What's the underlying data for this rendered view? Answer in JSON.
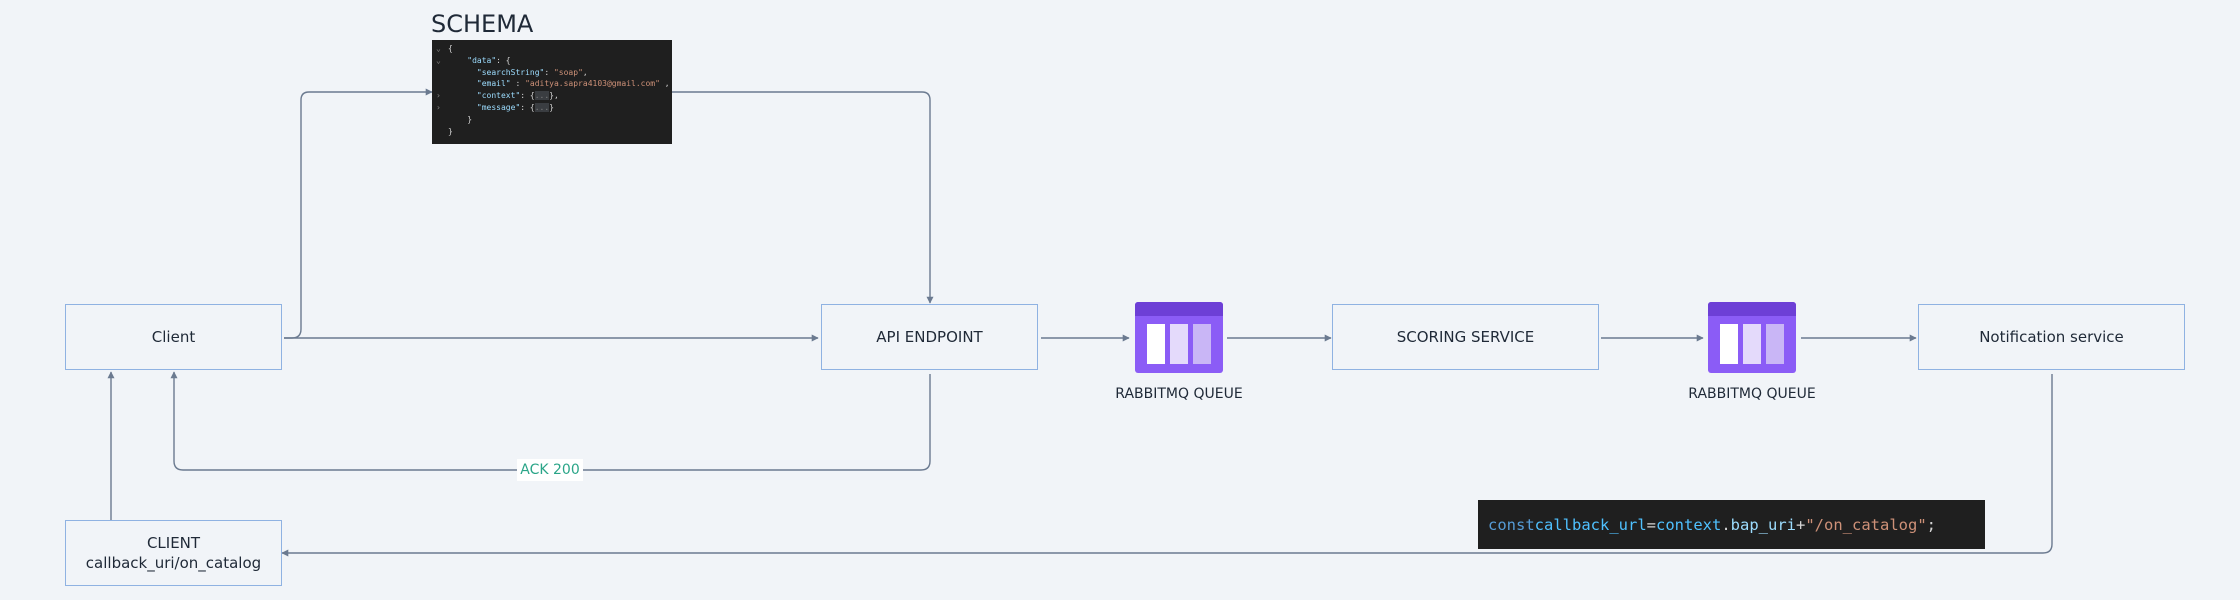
{
  "schema": {
    "title": "SCHEMA",
    "code": {
      "open_brace": "{",
      "data_key": "\"data\"",
      "search_key": "\"searchString\"",
      "search_val": "\"soap\"",
      "email_key": "\"email\"",
      "email_val": "\"aditya.sapra4103@gmail.com\"",
      "context_key": "\"context\"",
      "message_key": "\"message\"",
      "fold": "...",
      "inner_close": "}",
      "close_brace": "}"
    }
  },
  "nodes": {
    "client": "Client",
    "api_endpoint": "API ENDPOINT",
    "scoring_service": "SCORING SERVICE",
    "notification_service": "Notification service",
    "callback_client_title": "CLIENT",
    "callback_client_path": "callback_uri/on_catalog"
  },
  "queues": {
    "first_label": "RABBITMQ QUEUE",
    "second_label": "RABBITMQ QUEUE"
  },
  "edges": {
    "ack_label": "ACK 200"
  },
  "snippet": {
    "kw_const": "const",
    "var_name": "callback_url",
    "eq": "=",
    "ctx": "context",
    "dot": ".",
    "prop": "bap_uri",
    "plus": "+",
    "str": "\"/on_catalog\"",
    "semi": ";"
  },
  "colors": {
    "node_border": "#8fb2e2",
    "wire": "#6b7a90",
    "queue_purple": "#8b5cf6",
    "queue_dark": "#6d3fd6",
    "ack_text": "#2aa588",
    "code_bg": "#1f1f1f"
  }
}
